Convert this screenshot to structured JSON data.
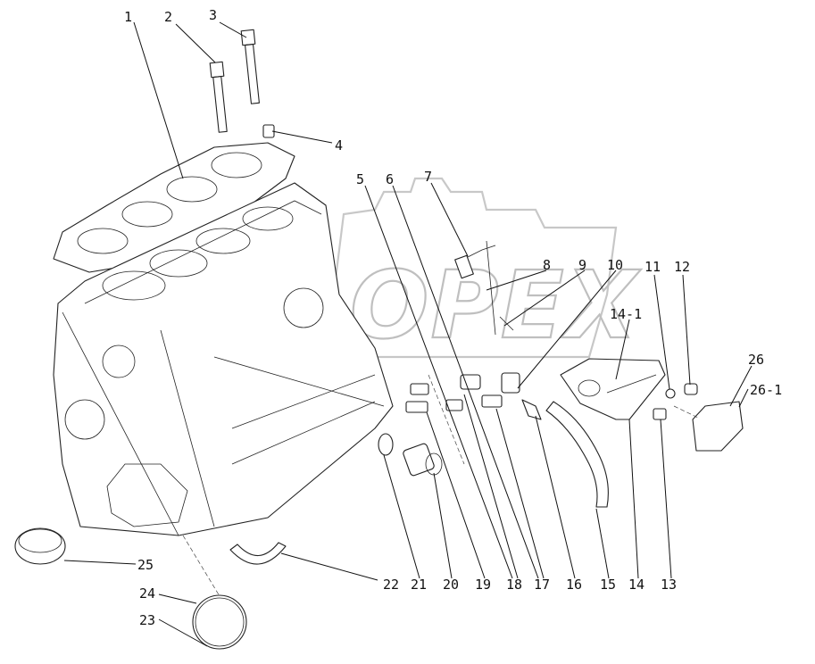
{
  "diagram": {
    "watermark_text": "OPEX",
    "callouts": [
      {
        "id": "p1",
        "text": "1"
      },
      {
        "id": "p2",
        "text": "2"
      },
      {
        "id": "p3",
        "text": "3"
      },
      {
        "id": "p4",
        "text": "4"
      },
      {
        "id": "p5",
        "text": "5"
      },
      {
        "id": "p6",
        "text": "6"
      },
      {
        "id": "p7",
        "text": "7"
      },
      {
        "id": "p8",
        "text": "8"
      },
      {
        "id": "p9",
        "text": "9"
      },
      {
        "id": "p10",
        "text": "10"
      },
      {
        "id": "p11",
        "text": "11"
      },
      {
        "id": "p12",
        "text": "12"
      },
      {
        "id": "p13",
        "text": "13"
      },
      {
        "id": "p14",
        "text": "14"
      },
      {
        "id": "p14_1",
        "text": "14-1"
      },
      {
        "id": "p15",
        "text": "15"
      },
      {
        "id": "p16",
        "text": "16"
      },
      {
        "id": "p17",
        "text": "17"
      },
      {
        "id": "p18",
        "text": "18"
      },
      {
        "id": "p19",
        "text": "19"
      },
      {
        "id": "p20",
        "text": "20"
      },
      {
        "id": "p21",
        "text": "21"
      },
      {
        "id": "p22",
        "text": "22"
      },
      {
        "id": "p23",
        "text": "23"
      },
      {
        "id": "p24",
        "text": "24"
      },
      {
        "id": "p25",
        "text": "25"
      },
      {
        "id": "p26",
        "text": "26"
      },
      {
        "id": "p26_1",
        "text": "26-1"
      }
    ]
  }
}
